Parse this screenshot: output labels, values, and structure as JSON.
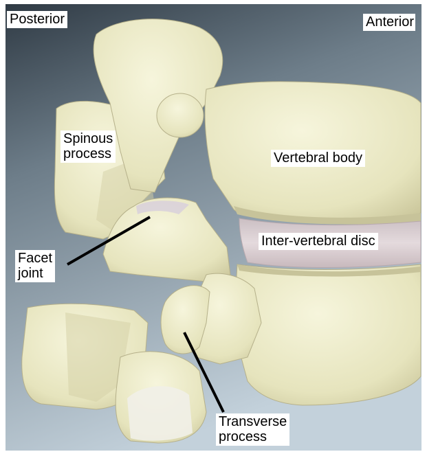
{
  "labels": {
    "posterior": "Posterior",
    "anterior": "Anterior",
    "spinous_process": "Spinous\nprocess",
    "vertebral_body": "Vertebral body",
    "intervertebral_disc": "Inter-vertebral disc",
    "facet_joint": "Facet\njoint",
    "transverse_process": "Transverse\nprocess"
  },
  "colors": {
    "background_light": "#b9c8d3",
    "background_dark": "#3e4954",
    "bone": "#ecebc8",
    "bone_shadow": "#c9c59a",
    "disc": "#d9ccd0",
    "pointer_line": "#000000"
  }
}
